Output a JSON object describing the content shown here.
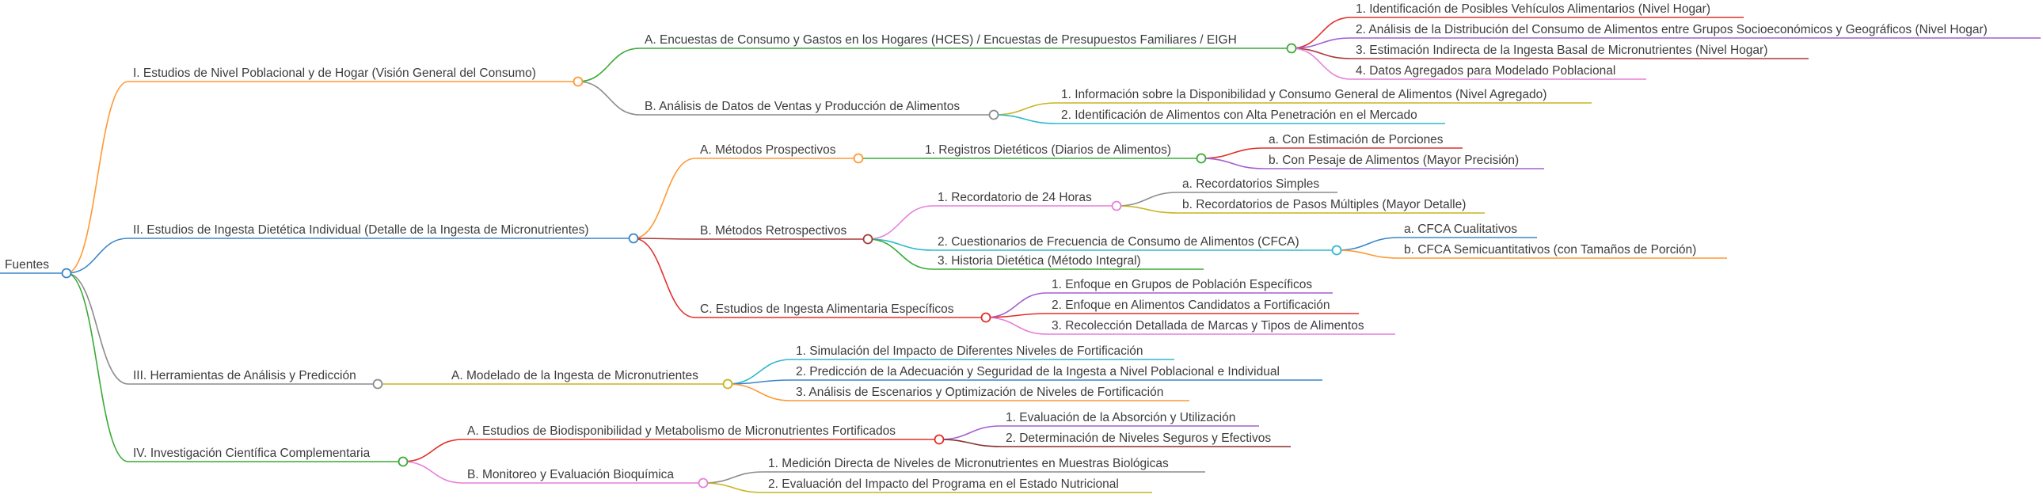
{
  "colors": {
    "orange": "#ff9933",
    "blue": "#3a86c8",
    "gray": "#8c8c8c",
    "green": "#3aaa35",
    "red": "#e0302a",
    "purple": "#a45fd0",
    "pink": "#e67fd9",
    "olive": "#c8b41e",
    "cyan": "#2fb8cf",
    "crimson": "#a83a3a",
    "darkred": "#8a2e2e",
    "text": "#3c3c3c"
  },
  "root": {
    "label": "Fuentes",
    "children": [
      {
        "label": "I. Estudios de Nivel Poblacional y de Hogar (Visión General del Consumo)",
        "children": [
          {
            "label": "A. Encuestas de Consumo y Gastos en los Hogares (HCES) / Encuestas de Presupuestos Familiares / EIGH",
            "children": [
              {
                "label": "1. Identificación de Posibles Vehículos Alimentarios (Nivel Hogar)"
              },
              {
                "label": "2. Análisis de la Distribución del Consumo de Alimentos entre Grupos Socioeconómicos y Geográficos (Nivel Hogar)"
              },
              {
                "label": "3. Estimación Indirecta de la Ingesta Basal de Micronutrientes (Nivel Hogar)"
              },
              {
                "label": "4. Datos Agregados para Modelado Poblacional"
              }
            ]
          },
          {
            "label": "B. Análisis de Datos de Ventas y Producción de Alimentos",
            "children": [
              {
                "label": "1. Información sobre la Disponibilidad y Consumo General de Alimentos (Nivel Agregado)"
              },
              {
                "label": "2. Identificación de Alimentos con Alta Penetración en el Mercado"
              }
            ]
          }
        ]
      },
      {
        "label": "II. Estudios de Ingesta Dietética Individual (Detalle de la Ingesta de Micronutrientes)",
        "children": [
          {
            "label": "A. Métodos Prospectivos",
            "children": [
              {
                "label": "1. Registros Dietéticos (Diarios de Alimentos)",
                "children": [
                  {
                    "label": "a. Con Estimación de Porciones"
                  },
                  {
                    "label": "b. Con Pesaje de Alimentos (Mayor Precisión)"
                  }
                ]
              }
            ]
          },
          {
            "label": "B. Métodos Retrospectivos",
            "children": [
              {
                "label": "1. Recordatorio de 24 Horas",
                "children": [
                  {
                    "label": "a. Recordatorios Simples"
                  },
                  {
                    "label": "b. Recordatorios de Pasos Múltiples (Mayor Detalle)"
                  }
                ]
              },
              {
                "label": "2. Cuestionarios de Frecuencia de Consumo de Alimentos (CFCA)",
                "children": [
                  {
                    "label": "a. CFCA Cualitativos"
                  },
                  {
                    "label": "b. CFCA Semicuantitativos (con Tamaños de Porción)"
                  }
                ]
              },
              {
                "label": "3. Historia Dietética (Método Integral)"
              }
            ]
          },
          {
            "label": "C. Estudios de Ingesta Alimentaria Específicos",
            "children": [
              {
                "label": "1. Enfoque en Grupos de Población Específicos"
              },
              {
                "label": "2. Enfoque en Alimentos Candidatos a Fortificación"
              },
              {
                "label": "3. Recolección Detallada de Marcas y Tipos de Alimentos"
              }
            ]
          }
        ]
      },
      {
        "label": "III. Herramientas de Análisis y Predicción",
        "children": [
          {
            "label": "A. Modelado de la Ingesta de Micronutrientes",
            "children": [
              {
                "label": "1. Simulación del Impacto de Diferentes Niveles de Fortificación"
              },
              {
                "label": "2. Predicción de la Adecuación y Seguridad de la Ingesta a Nivel Poblacional e Individual"
              },
              {
                "label": "3. Análisis de Escenarios y Optimización de Niveles de Fortificación"
              }
            ]
          }
        ]
      },
      {
        "label": "IV. Investigación Científica Complementaria",
        "children": [
          {
            "label": "A. Estudios de Biodisponibilidad y Metabolismo de Micronutrientes Fortificados",
            "children": [
              {
                "label": "1. Evaluación de la Absorción y Utilización"
              },
              {
                "label": "2. Determinación de Niveles Seguros y Efectivos"
              }
            ]
          },
          {
            "label": "B. Monitoreo y Evaluación Bioquímica",
            "children": [
              {
                "label": "1. Medición Directa de Niveles de Micronutrientes en Muestras Biológicas"
              },
              {
                "label": "2. Evaluación del Impacto del Programa en el Estado Nutricional"
              }
            ]
          }
        ]
      }
    ]
  }
}
